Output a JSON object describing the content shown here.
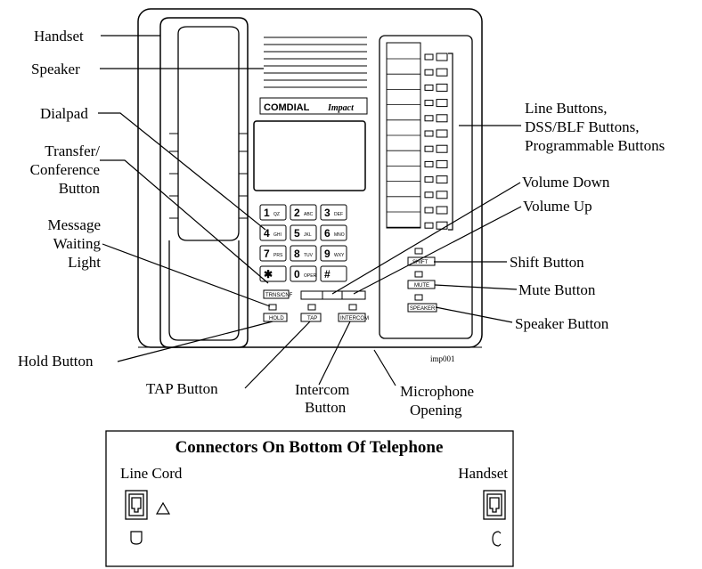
{
  "labels": {
    "handset": "Handset",
    "speaker": "Speaker",
    "dialpad": "Dialpad",
    "transfer_1": "Transfer/",
    "transfer_2": "Conference",
    "transfer_3": "Button",
    "mwl_1": "Message",
    "mwl_2": "Waiting",
    "mwl_3": "Light",
    "hold": "Hold Button",
    "tap": "TAP Button",
    "intercom_1": "Intercom",
    "intercom_2": "Button",
    "mic_1": "Microphone",
    "mic_2": "Opening",
    "line_1": "Line Buttons,",
    "line_2": "DSS/BLF Buttons,",
    "line_3": "Programmable Buttons",
    "vol_down": "Volume Down",
    "vol_up": "Volume Up",
    "shift": "Shift Button",
    "mute": "Mute Button",
    "speaker_btn": "Speaker Button"
  },
  "phone": {
    "brand": "COMDIAL",
    "model": "Impact",
    "figure_id": "imp001",
    "key_labels": {
      "trns": "TRNS/CNF",
      "hold": "HOLD",
      "tap": "TAP",
      "intercom": "INTERCOM",
      "shift": "SHIFT",
      "mute": "MUTE",
      "speaker": "SPEAKER"
    },
    "keys": [
      {
        "d": "1",
        "s": "QZ"
      },
      {
        "d": "2",
        "s": "ABC"
      },
      {
        "d": "3",
        "s": "DEF"
      },
      {
        "d": "4",
        "s": "GHI"
      },
      {
        "d": "5",
        "s": "JKL"
      },
      {
        "d": "6",
        "s": "MNO"
      },
      {
        "d": "7",
        "s": "PRS"
      },
      {
        "d": "8",
        "s": "TUV"
      },
      {
        "d": "9",
        "s": "WXY"
      },
      {
        "d": "✱",
        "s": ""
      },
      {
        "d": "0",
        "s": "OPER"
      },
      {
        "d": "#",
        "s": ""
      }
    ]
  },
  "connectors": {
    "title": "Connectors On Bottom Of Telephone",
    "line_cord": "Line Cord",
    "handset": "Handset"
  },
  "icons": [
    "warning-triangle-icon",
    "line-jack-icon",
    "handset-jack-icon",
    "line-cord-symbol-icon",
    "handset-symbol-icon"
  ]
}
